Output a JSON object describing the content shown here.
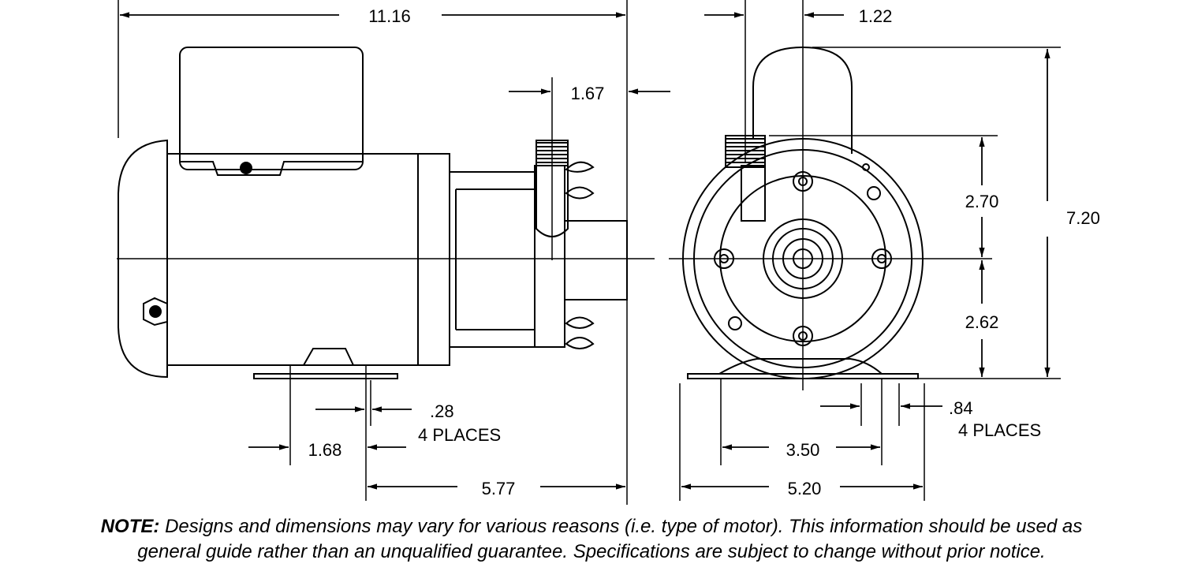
{
  "dimensions": {
    "overall_length": "11.16",
    "side_offset": "1.67",
    "outlet_offset": "1.22",
    "overall_height": "7.20",
    "upper_height": "2.70",
    "lower_height": "2.62",
    "slot_width_side": ".28",
    "slot_places_side": "4 PLACES",
    "foot_depth": "1.68",
    "base_to_front": "5.77",
    "slot_width_front": ".84",
    "slot_places_front": "4 PLACES",
    "foot_spacing": "3.50",
    "base_width": "5.20"
  },
  "note": {
    "label": "NOTE:",
    "line1": "Designs and dimensions may vary for various reasons (i.e. type of motor).  This information should be used as",
    "line2": "general guide rather than an unqualified guarantee.  Specifications are subject to change without prior notice."
  }
}
